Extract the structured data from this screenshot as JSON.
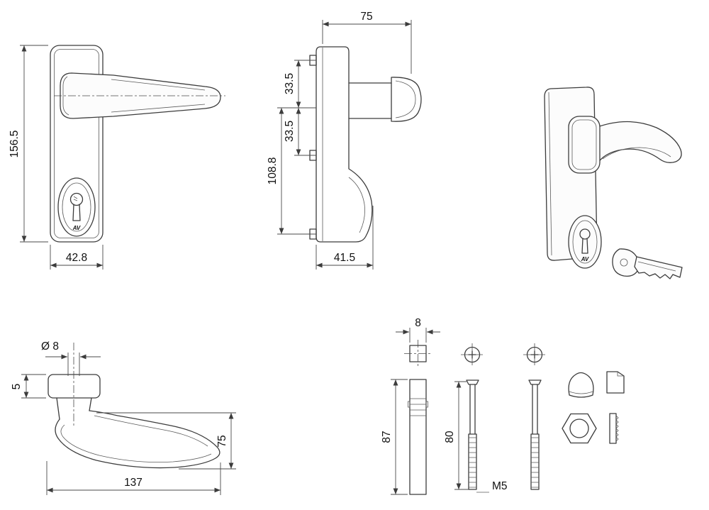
{
  "drawing": {
    "front_view": {
      "height_mm": "156.5",
      "width_mm": "42.8",
      "cylinder_logo": "AV"
    },
    "side_view": {
      "depth_mm": "75",
      "hole_spacing_upper_mm": "33.5",
      "hole_spacing_lower_mm": "33.5",
      "body_length_mm": "108.8",
      "base_depth_mm": "41.5"
    },
    "plan_view": {
      "spindle_diameter": "Ø 8",
      "collar_height_mm": "5",
      "handle_drop_mm": "75",
      "handle_length_mm": "137"
    },
    "hardware": {
      "spindle_width_mm": "8",
      "spindle_length_mm": "87",
      "screw_length_mm": "80",
      "screw_thread": "M5"
    },
    "perspective_view": {
      "cylinder_logo": "AV"
    }
  }
}
